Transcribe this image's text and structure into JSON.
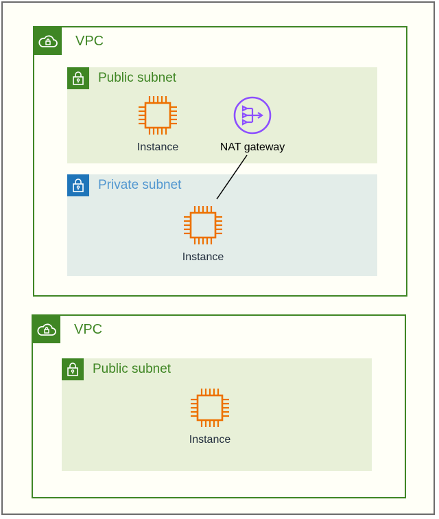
{
  "colors": {
    "vpc_green": "#3f8624",
    "private_blue": "#1f75b9",
    "instance_orange": "#ed7100",
    "nat_purple": "#8c4fff"
  },
  "vpc_top": {
    "label": "VPC",
    "icon": "cloud-lock-icon",
    "public_subnet": {
      "label": "Public subnet",
      "icon": "lock-icon",
      "instance_label": "Instance",
      "nat_label": "NAT gateway"
    },
    "private_subnet": {
      "label": "Private subnet",
      "icon": "lock-icon",
      "instance_label": "Instance"
    }
  },
  "vpc_bottom": {
    "label": "VPC",
    "icon": "cloud-lock-icon",
    "public_subnet": {
      "label": "Public subnet",
      "icon": "lock-icon",
      "instance_label": "Instance"
    }
  }
}
